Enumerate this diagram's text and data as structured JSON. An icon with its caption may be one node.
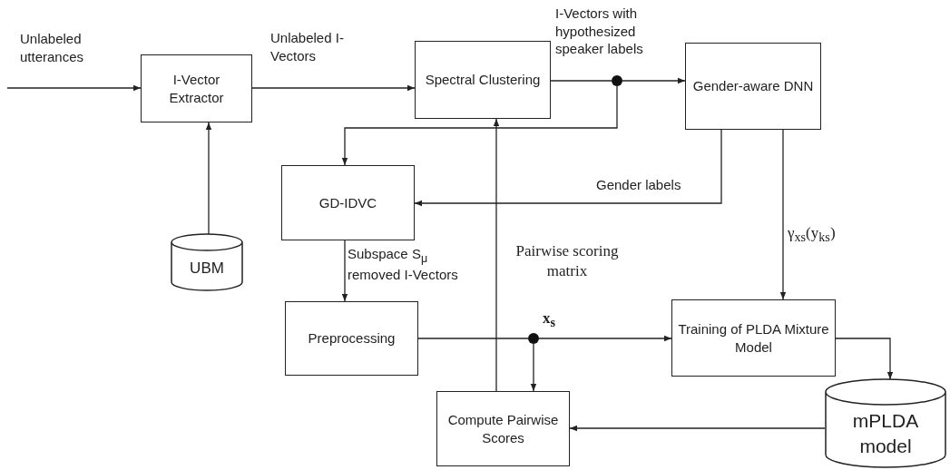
{
  "diagram": {
    "nodes": [
      {
        "text": [
          "I-Vector Extractor"
        ]
      },
      {
        "text": [
          "Spectral Clustering"
        ]
      },
      {
        "text": [
          "Gender-aware DNN"
        ]
      },
      {
        "text": [
          "GD-IDVC"
        ]
      },
      {
        "text": [
          "UBM"
        ]
      },
      {
        "text": [
          "Preprocessing"
        ]
      },
      {
        "text": [
          "Training of PLDA Mixture Model"
        ]
      },
      {
        "text": [
          "Compute Pairwise Scores"
        ]
      },
      {
        "text": [
          "mPLDA model"
        ]
      },
      {
        "text": [],
        "shape": "circle"
      },
      {
        "text": [],
        "shape": "circle"
      }
    ],
    "edges": [
      {
        "from": null,
        "to": 0,
        "arrow": "to",
        "label": "Unlabeled utterances"
      },
      {
        "from": 0,
        "to": 1,
        "arrow": "to",
        "label": "Unlabeled I-Vectors"
      },
      {
        "from": 1,
        "to": 9,
        "arrow": "none"
      },
      {
        "from": 9,
        "to": 2,
        "arrow": "to",
        "label": "I-Vectors with hypothesized speaker labels"
      },
      {
        "from": 9,
        "to": 3,
        "arrow": "to"
      },
      {
        "from": 2,
        "to": 3,
        "arrow": "to",
        "label": "Gender labels"
      },
      {
        "from": 4,
        "to": 0,
        "arrow": "to"
      },
      {
        "from": 3,
        "to": 5,
        "arrow": "to",
        "label": "Subspace S$_{μ}$ removed I-Vectors"
      },
      {
        "from": 2,
        "to": 6,
        "arrow": "to",
        "label": "γ$_{xs}$(y$_{ks}$)"
      },
      {
        "from": 5,
        "to": 10,
        "arrow": "none"
      },
      {
        "from": 10,
        "to": 6,
        "arrow": "to",
        "label": "**x**$_{s}$"
      },
      {
        "from": 10,
        "to": 7,
        "arrow": "to"
      },
      {
        "from": 7,
        "to": 1,
        "arrow": "to",
        "label": "Pairwise scoring matrix"
      },
      {
        "from": 8,
        "to": 7,
        "arrow": "to"
      },
      {
        "from": 6,
        "to": 8,
        "arrow": "to"
      }
    ]
  }
}
